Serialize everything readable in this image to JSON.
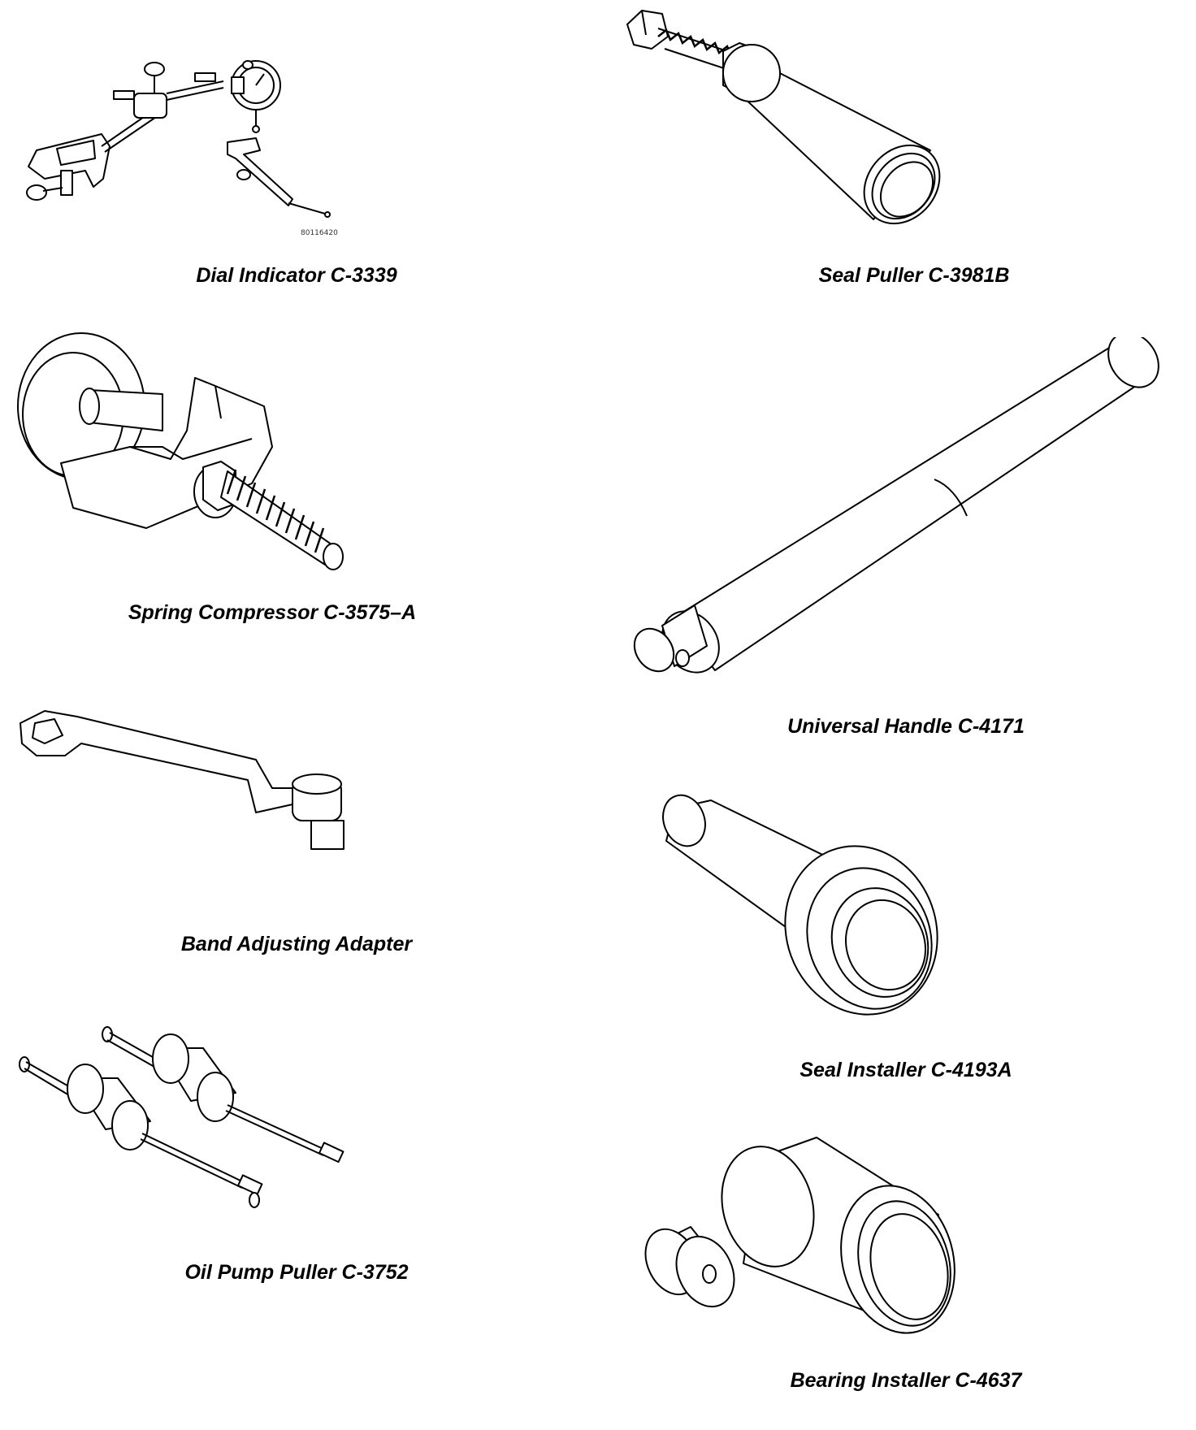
{
  "tools": [
    {
      "label": "Dial Indicator C-3339",
      "icon": "dial-indicator-icon"
    },
    {
      "label": "Seal Puller C-3981B",
      "icon": "seal-puller-icon"
    },
    {
      "label": "Spring Compressor C-3575–A",
      "icon": "spring-compressor-icon"
    },
    {
      "label": "Universal Handle C-4171",
      "icon": "universal-handle-icon"
    },
    {
      "label": "Band Adjusting Adapter",
      "icon": "band-adjusting-adapter-icon"
    },
    {
      "label": "Seal Installer C-4193A",
      "icon": "seal-installer-icon"
    },
    {
      "label": "Oil Pump Puller C-3752",
      "icon": "oil-pump-puller-icon"
    },
    {
      "label": "Bearing Installer C-4637",
      "icon": "bearing-installer-icon"
    }
  ],
  "figure_code": "80116420"
}
